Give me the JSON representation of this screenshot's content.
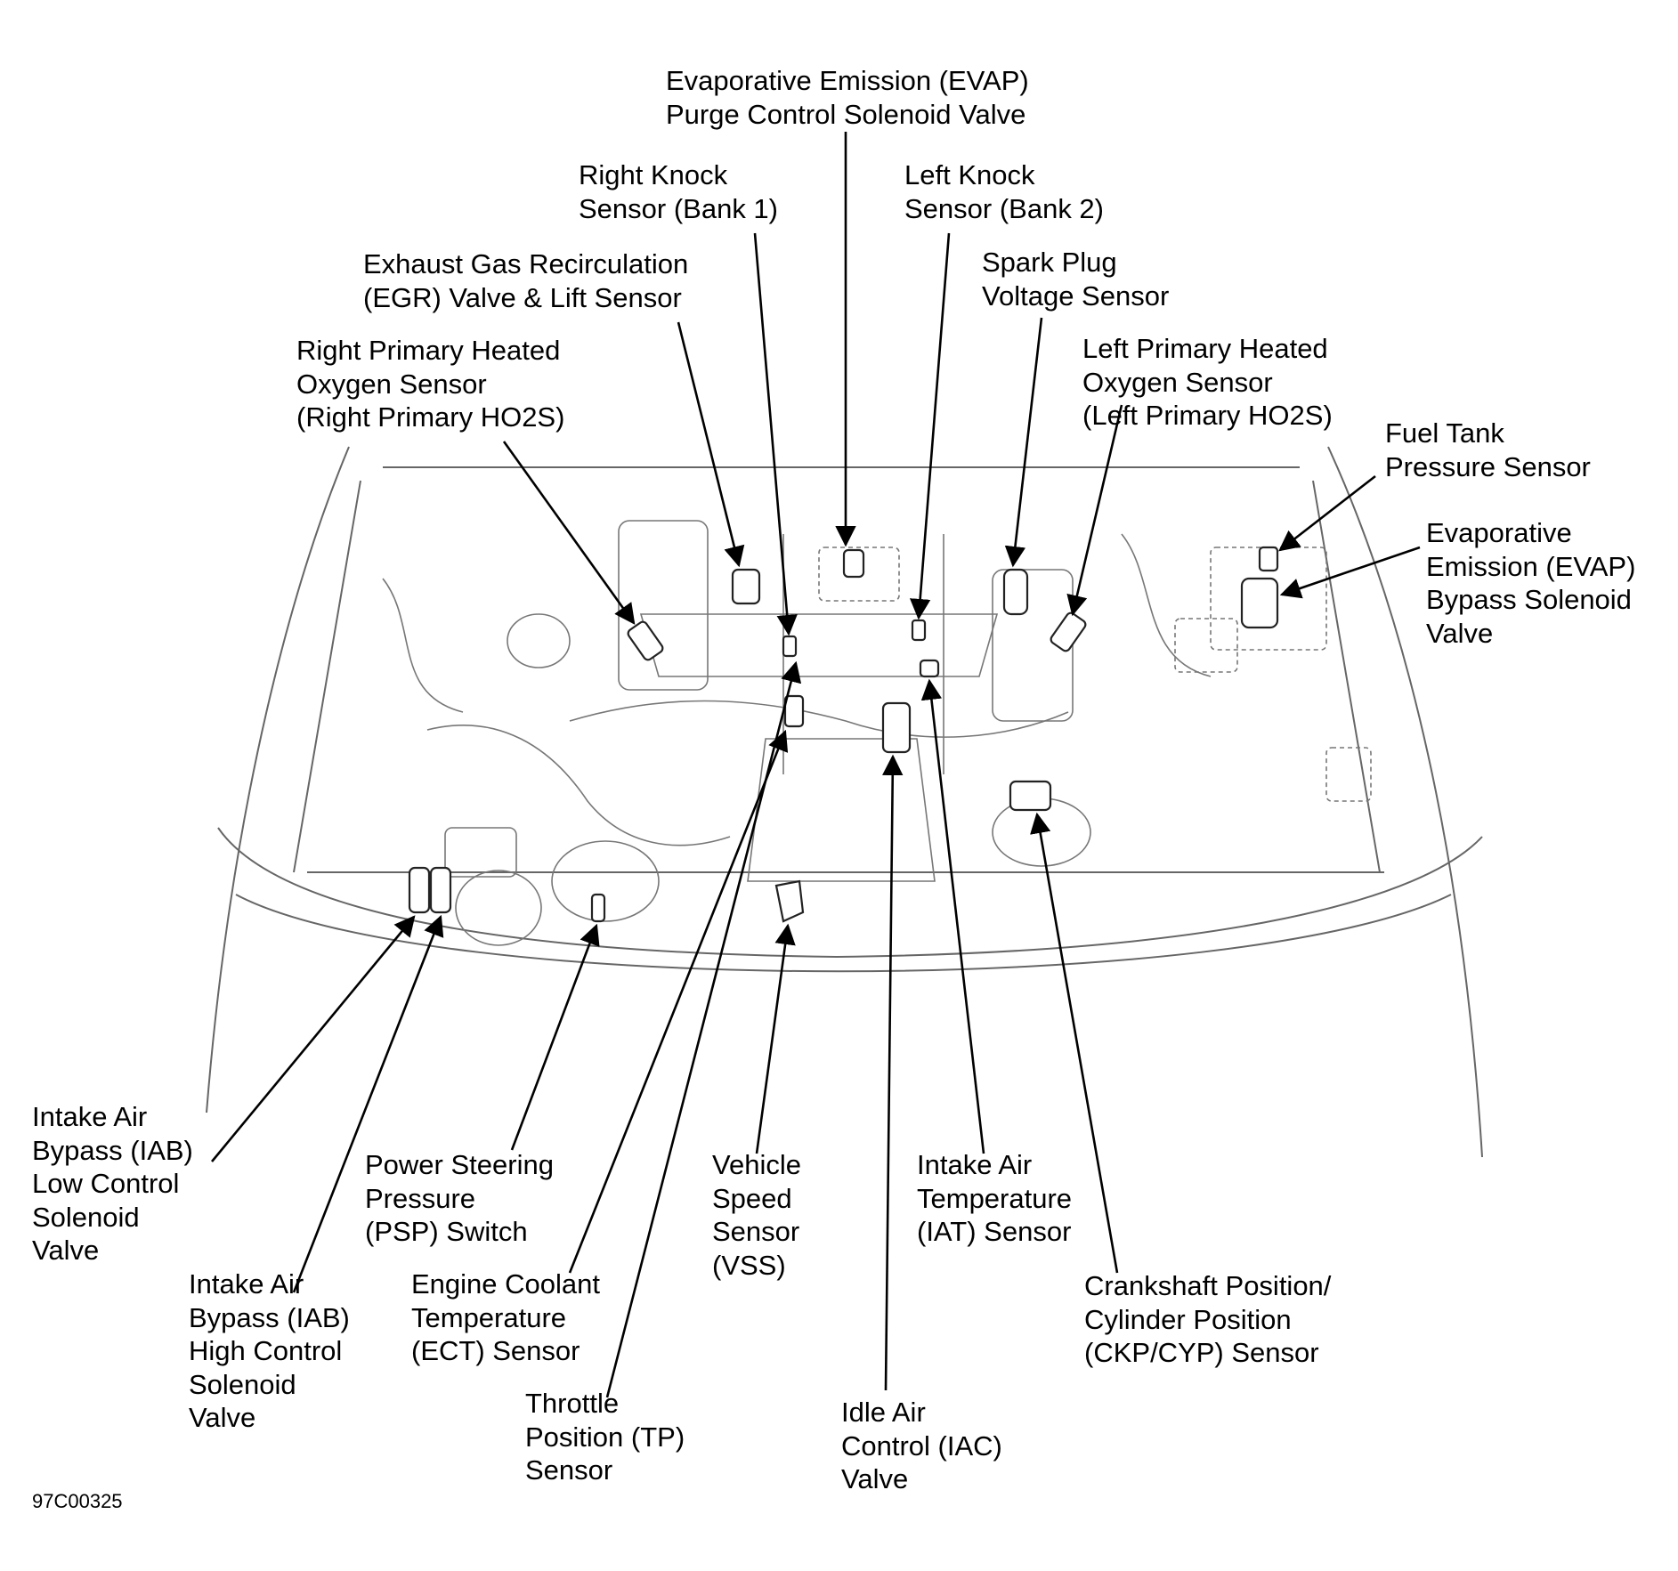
{
  "figure_code": "97C00325",
  "colors": {
    "line": "#000000",
    "drawing": "#555555",
    "background": "#ffffff"
  },
  "labels": [
    {
      "id": "evap-purge",
      "lines": [
        "Evaporative Emission (EVAP)",
        "Purge Control Solenoid Valve"
      ]
    },
    {
      "id": "right-knock",
      "lines": [
        "Right Knock",
        "Sensor (Bank 1)"
      ]
    },
    {
      "id": "left-knock",
      "lines": [
        "Left Knock",
        "Sensor (Bank 2)"
      ]
    },
    {
      "id": "egr",
      "lines": [
        "Exhaust Gas Recirculation",
        "(EGR) Valve & Lift Sensor"
      ]
    },
    {
      "id": "spark-plug",
      "lines": [
        "Spark Plug",
        "Voltage Sensor"
      ]
    },
    {
      "id": "right-ho2s",
      "lines": [
        "Right Primary Heated",
        "Oxygen Sensor",
        "(Right Primary HO2S)"
      ]
    },
    {
      "id": "left-ho2s",
      "lines": [
        "Left Primary Heated",
        "Oxygen Sensor",
        "(Left Primary HO2S)"
      ]
    },
    {
      "id": "fuel-tank",
      "lines": [
        "Fuel Tank",
        "Pressure Sensor"
      ]
    },
    {
      "id": "evap-bypass",
      "lines": [
        "Evaporative",
        "Emission (EVAP)",
        "Bypass Solenoid",
        "Valve"
      ]
    },
    {
      "id": "iab-low",
      "lines": [
        "Intake Air",
        "Bypass (IAB)",
        "Low Control",
        "Solenoid",
        "Valve"
      ]
    },
    {
      "id": "psp",
      "lines": [
        "Power Steering",
        "Pressure",
        "(PSP) Switch"
      ]
    },
    {
      "id": "vss",
      "lines": [
        "Vehicle",
        "Speed",
        "Sensor",
        "(VSS)"
      ]
    },
    {
      "id": "iat",
      "lines": [
        "Intake Air",
        "Temperature",
        "(IAT) Sensor"
      ]
    },
    {
      "id": "iab-high",
      "lines": [
        "Intake Air",
        "Bypass (IAB)",
        "High Control",
        "Solenoid",
        "Valve"
      ]
    },
    {
      "id": "ect",
      "lines": [
        "Engine Coolant",
        "Temperature",
        "(ECT) Sensor"
      ]
    },
    {
      "id": "ckp-cyp",
      "lines": [
        "Crankshaft Position/",
        "Cylinder Position",
        "(CKP/CYP) Sensor"
      ]
    },
    {
      "id": "tp",
      "lines": [
        "Throttle",
        "Position (TP)",
        "Sensor"
      ]
    },
    {
      "id": "iac",
      "lines": [
        "Idle Air",
        "Control (IAC)",
        "Valve"
      ]
    }
  ]
}
